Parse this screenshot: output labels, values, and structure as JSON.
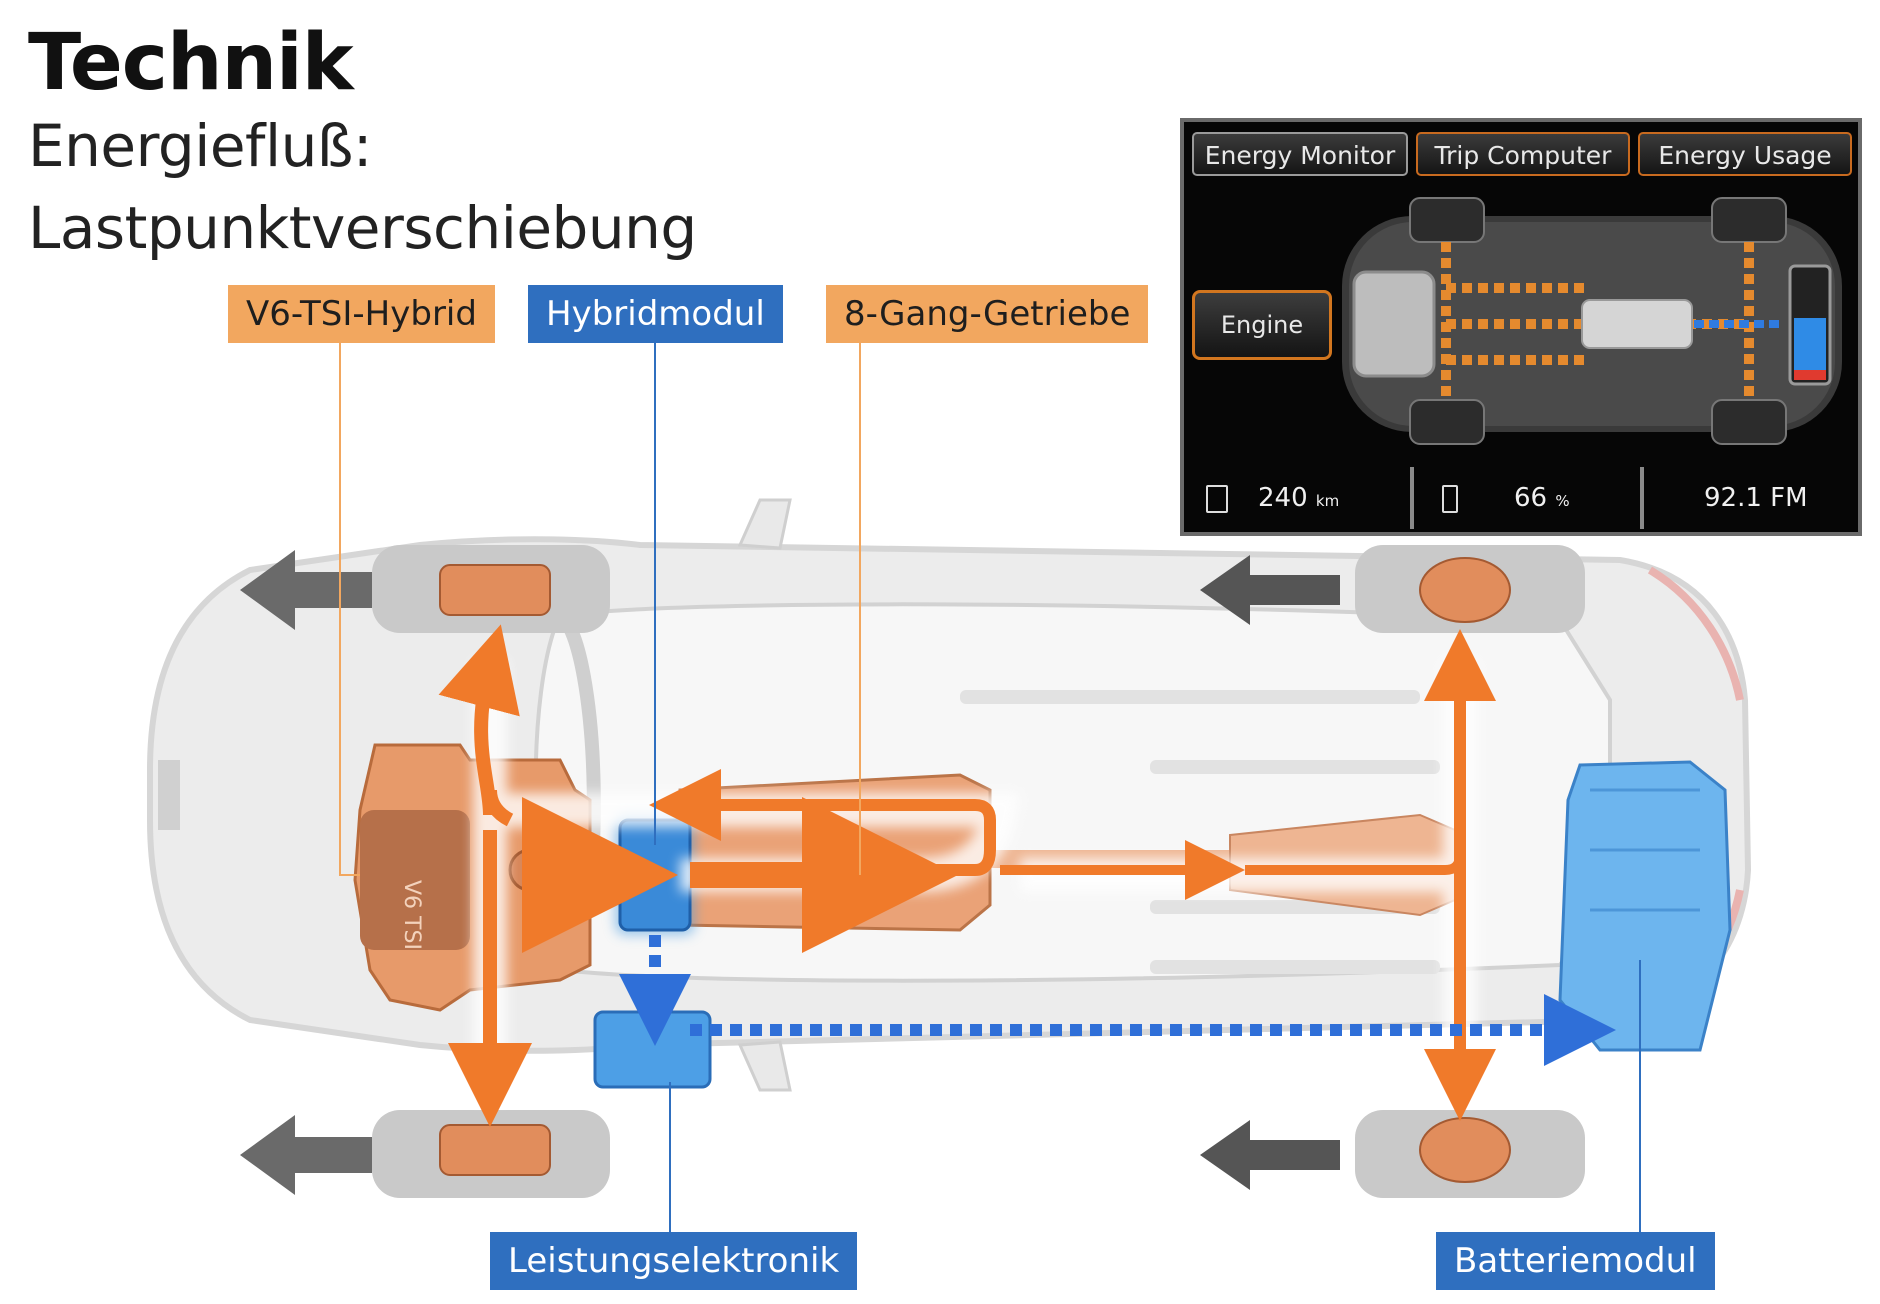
{
  "header": {
    "title": "Technik",
    "subtitle_line1": "Energiefluß:",
    "subtitle_line2": "Lastpunktverschiebung"
  },
  "labels": {
    "v6": "V6-TSI-Hybrid",
    "hybridmodul": "Hybridmodul",
    "getriebe": "8-Gang-Getriebe",
    "leistungselektronik": "Leistungselektronik",
    "batteriemodul": "Batteriemodul"
  },
  "monitor": {
    "tabs": [
      "Energy Monitor",
      "Trip Computer",
      "Energy Usage"
    ],
    "engine_button": "Engine",
    "range_value": "240",
    "range_unit": "km",
    "battery_value": "66",
    "battery_unit": "%",
    "radio": "92.1  FM"
  },
  "colors": {
    "energy_flow_orange": "#f07a2a",
    "electric_flow_blue": "#2f6fd8",
    "label_orange": "#f2a75f",
    "label_blue": "#2f6fbf",
    "monitor_amber": "#d2761f"
  },
  "icons": {
    "fuel": "fuel-pump-icon",
    "battery": "battery-icon"
  }
}
